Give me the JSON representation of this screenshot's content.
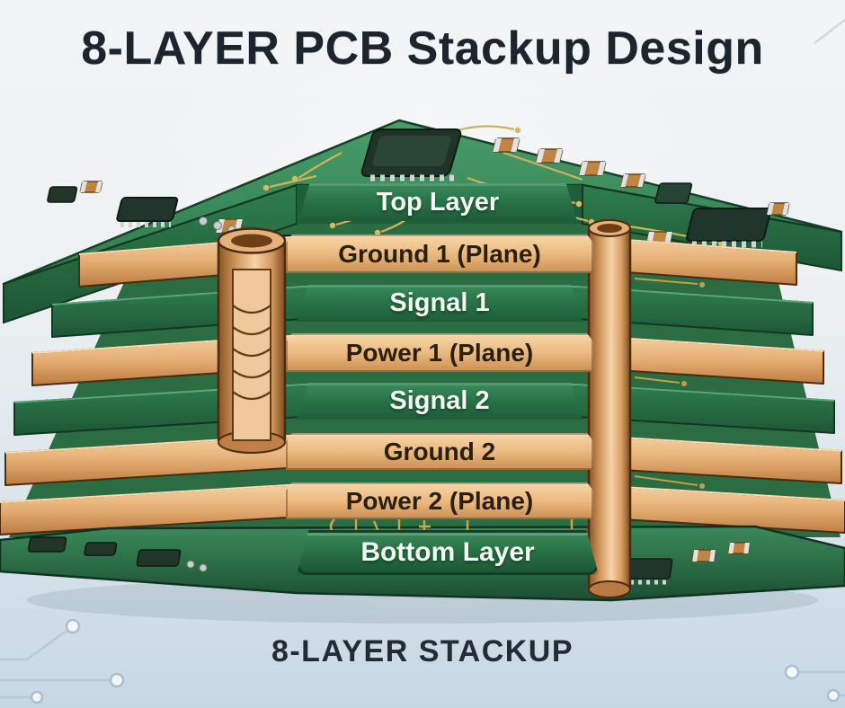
{
  "title": "8-LAYER PCB Stackup Design",
  "caption": "8-LAYER STACKUP",
  "diagram": {
    "type": "pcb-stackup-isometric-illustration",
    "layer_count": 8,
    "layers": [
      {
        "index": 1,
        "label": "Top Layer",
        "material": "green",
        "role": "signal"
      },
      {
        "index": 2,
        "label": "Ground 1 (Plane)",
        "material": "copper",
        "role": "ground-plane"
      },
      {
        "index": 3,
        "label": "Signal 1",
        "material": "green",
        "role": "signal"
      },
      {
        "index": 4,
        "label": "Power 1 (Plane)",
        "material": "copper",
        "role": "power-plane"
      },
      {
        "index": 5,
        "label": "Signal 2",
        "material": "green",
        "role": "signal"
      },
      {
        "index": 6,
        "label": "Ground 2",
        "material": "copper",
        "role": "ground-plane"
      },
      {
        "index": 7,
        "label": "Power 2 (Plane)",
        "material": "copper",
        "role": "power-plane"
      },
      {
        "index": 8,
        "label": "Bottom Layer",
        "material": "green",
        "role": "signal"
      }
    ]
  },
  "colors": {
    "background_top": "#f2f4f6",
    "background_bottom": "#c6d7e4",
    "pcb_green": "#2e7a4c",
    "pcb_green_dark": "#1e5c38",
    "copper_light": "#f6d2a4",
    "copper_dark": "#bb7a40",
    "trace_gold": "#d2b258",
    "title_text": "#1c252d",
    "copper_band_text": "#2b1f10",
    "green_band_text": "#f3f8f2"
  }
}
